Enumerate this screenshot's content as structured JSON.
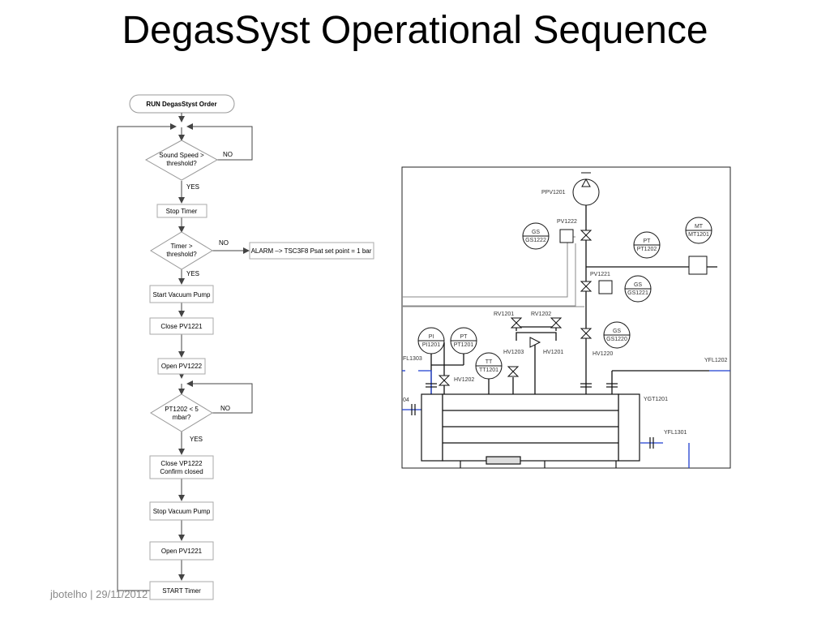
{
  "title": "DegasSyst Operational Sequence",
  "footer": "jbotelho | 29/11/2012",
  "flowchart": {
    "start": "RUN DegasStyst Order",
    "d1": [
      "Sound Speed >",
      "threshold?"
    ],
    "d2": [
      "Timer >",
      "threshold?"
    ],
    "d3": [
      "PT1202 < 5",
      "mbar?"
    ],
    "yes": "YES",
    "no": "NO",
    "alarm": "ALARM –> TSC3F8 Psat set point = 1 bar",
    "steps": {
      "stop_timer": "Stop Timer",
      "start_vacuum": "Start Vacuum Pump",
      "close_pv1221": "Close PV1221",
      "open_pv1222": "Open PV1222",
      "close_vp1222": [
        "Close VP1222",
        "Confirm closed"
      ],
      "stop_vacuum": "Stop Vacuum Pump",
      "open_pv1221": "Open PV1221",
      "start_timer": "START Timer"
    }
  },
  "pid": {
    "ppv": "PPV1201",
    "pv1222": "PV1222",
    "pv1221": "PV1221",
    "rv1201": "RV1201",
    "rv1202": "RV1202",
    "hv1203": "HV1203",
    "hv1201": "HV1201",
    "hv1220": "HV1220",
    "hv1202": "HV1202",
    "fl1303": "FL1303",
    "yfl1202": "YFL1202",
    "ygt1201": "YGT1201",
    "yfl1301": "YFL1301",
    "edge_04": "04",
    "gs1222": [
      "GS",
      "GS1222"
    ],
    "gs1221": [
      "GS",
      "GS1221"
    ],
    "gs1220": [
      "GS",
      "GS1220"
    ],
    "pt1202": [
      "PT",
      "PT1202"
    ],
    "mt1201": [
      "MT",
      "MT1201"
    ],
    "pi1201": [
      "PI",
      "PI1201"
    ],
    "pt1201": [
      "PT",
      "PT1201"
    ],
    "tt1201": [
      "TT",
      "TT1201"
    ]
  },
  "colors": {
    "pipe_blue": "#1f3fd0",
    "line_grey": "#888888",
    "box_border": "#bbbbbb"
  }
}
